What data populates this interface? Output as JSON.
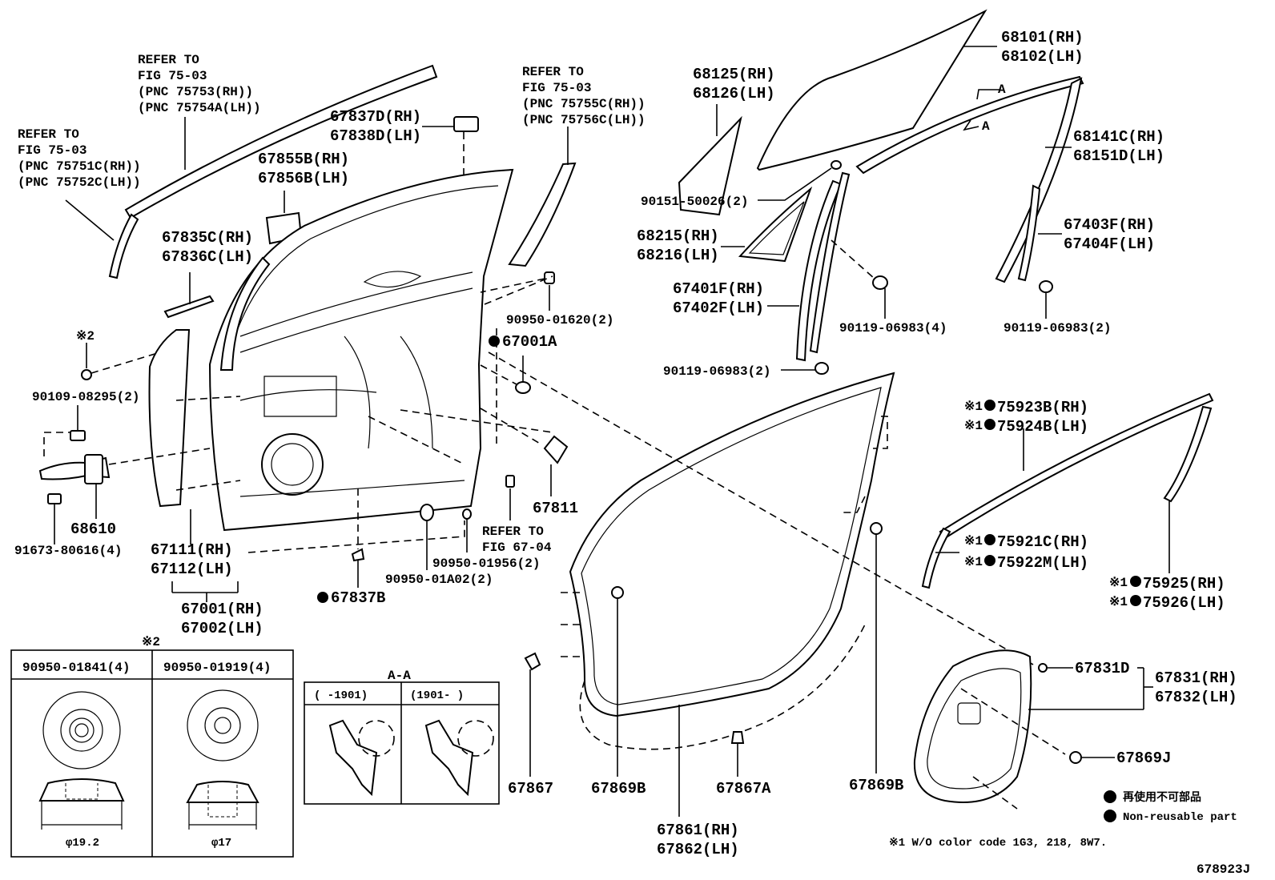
{
  "figure_code": "678923J",
  "refer_left": [
    "REFER TO",
    "FIG 75-03",
    "(PNC 75751C(RH))",
    "(PNC 75752C(LH))"
  ],
  "refer_top": [
    "REFER TO",
    "FIG 75-03",
    "(PNC 75753(RH))",
    "(PNC 75754A(LH))"
  ],
  "refer_mid": [
    "REFER TO",
    "FIG 75-03",
    "(PNC 75755C(RH))",
    "(PNC 75756C(LH))"
  ],
  "refer_fig6704": [
    "REFER TO",
    "FIG 67-04"
  ],
  "labels": {
    "p67837D": [
      "67837D(RH)",
      "67838D(LH)"
    ],
    "p67855B": [
      "67855B(RH)",
      "67856B(LH)"
    ],
    "p67835C": [
      "67835C(RH)",
      "67836C(LH)"
    ],
    "p68125": [
      "68125(RH)",
      "68126(LH)"
    ],
    "p68101": [
      "68101(RH)",
      "68102(LH)"
    ],
    "p68141C": [
      "68141C(RH)",
      "68151D(LH)"
    ],
    "p90151": "90151-50026(2)",
    "p68215": [
      "68215(RH)",
      "68216(LH)"
    ],
    "p67403F": [
      "67403F(RH)",
      "67404F(LH)"
    ],
    "p67401F": [
      "67401F(RH)",
      "67402F(LH)"
    ],
    "p90119_4": "90119-06983(4)",
    "p90119_2a": "90119-06983(2)",
    "p90119_2b": "90119-06983(2)",
    "p90950_01620": "90950-01620(2)",
    "p67001A": "67001A",
    "note2": "※2",
    "p90109": "90109-08295(2)",
    "p68610": "68610",
    "p91673": "91673-80616(4)",
    "p67111": [
      "67111(RH)",
      "67112(LH)"
    ],
    "p67001": [
      "67001(RH)",
      "67002(LH)"
    ],
    "p67837B": "67837B",
    "p90950_01A02": "90950-01A02(2)",
    "p90950_01956": "90950-01956(2)",
    "p67811": "67811",
    "p75923B": [
      "※1",
      "75923B(RH)",
      "※1",
      "75924B(LH)"
    ],
    "p75921C": [
      "※1",
      "75921C(RH)",
      "※1",
      "75922M(LH)"
    ],
    "p75925": [
      "※1",
      "75925(RH)",
      "※1",
      "75926(LH)"
    ],
    "p67831D": "67831D",
    "p67831": [
      "67831(RH)",
      "67832(LH)"
    ],
    "p67869J": "67869J",
    "p67867": "67867",
    "p67869B_a": "67869B",
    "p67867A": "67867A",
    "p67869B_b": "67869B",
    "p67861": [
      "67861(RH)",
      "67862(LH)"
    ],
    "arrowA_top": "A",
    "arrowA_bot": "A"
  },
  "clip_table": {
    "note": "※2",
    "col1": {
      "part": "90950-01841(4)",
      "dim": "φ19.2"
    },
    "col2": {
      "part": "90950-01919(4)",
      "dim": "φ17"
    }
  },
  "section_aa": {
    "title": "A-A",
    "col1": "(   -1901)",
    "col2": "(1901-   )"
  },
  "legend": {
    "ja": "再使用不可部品",
    "en": "Non-reusable part",
    "note1": "※1 W/O color code 1G3, 218, 8W7."
  }
}
